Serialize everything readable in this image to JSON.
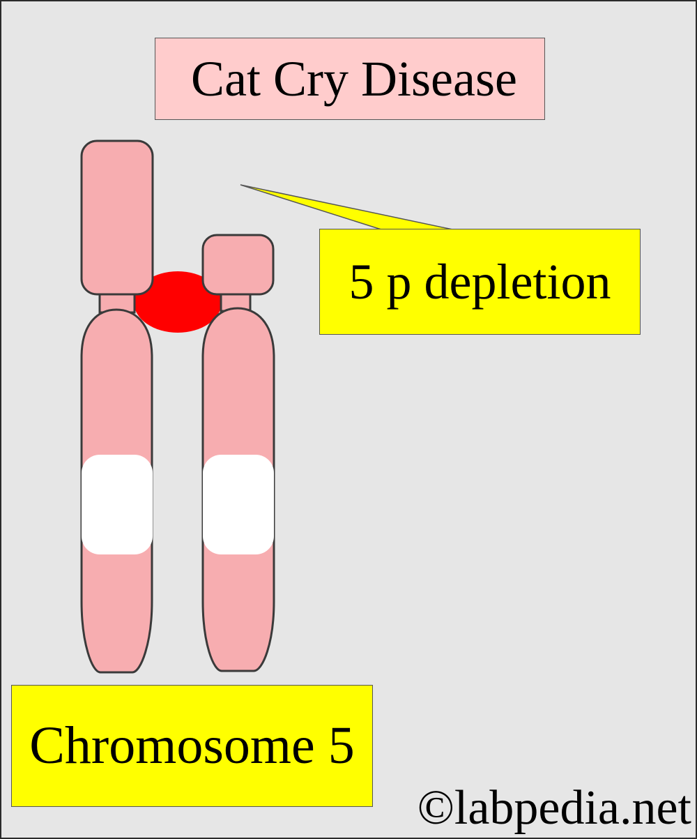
{
  "title": "Cat Cry Disease",
  "callout": "5 p depletion",
  "chromosome_label": "Chromosome 5",
  "watermark": "©labpedia.net",
  "colors": {
    "background": "#e6e6e6",
    "title_fill": "#ffcccc",
    "label_fill": "#ffff00",
    "chromosome_fill": "#f7adb0",
    "chromosome_outline": "#3a3a3a",
    "band": "#ffffff",
    "deleted_region": "#ff0000"
  }
}
